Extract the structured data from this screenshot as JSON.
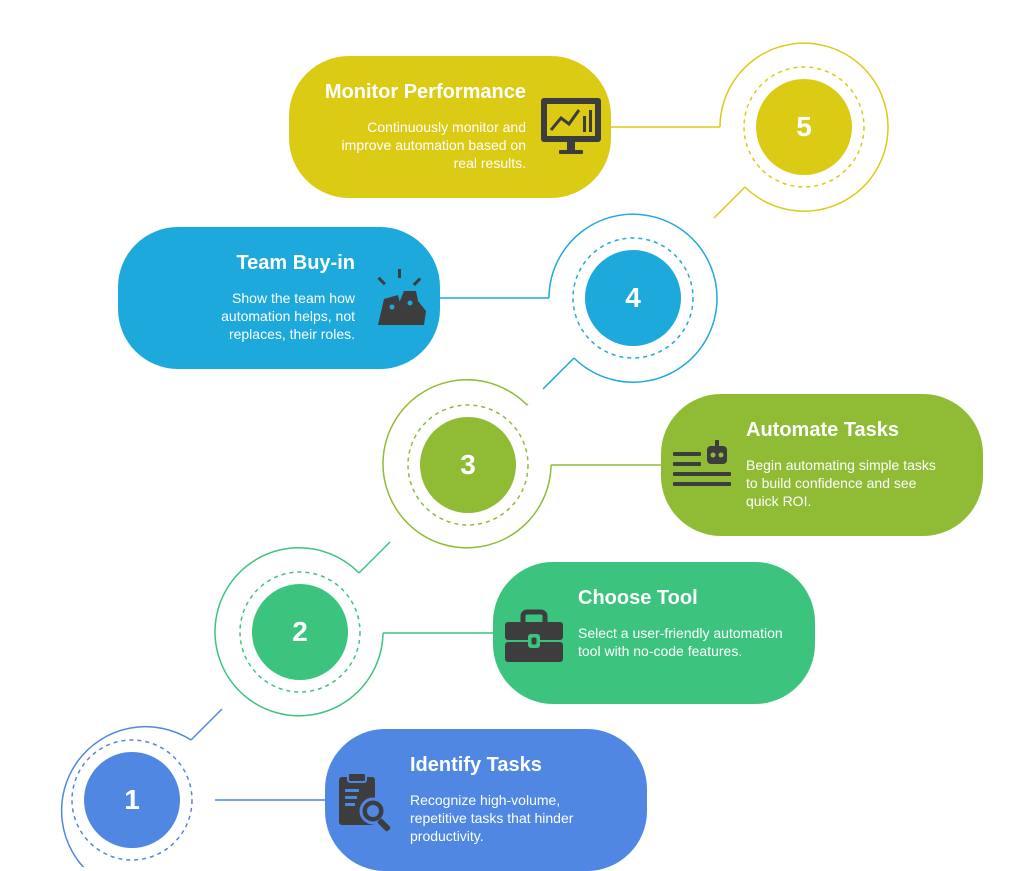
{
  "steps": [
    {
      "number": "1",
      "title": "Identify Tasks",
      "description": "Recognize high-volume, repetitive tasks that hinder productivity.",
      "color": "#4f87e3",
      "icon": "clipboard-search-icon"
    },
    {
      "number": "2",
      "title": "Choose Tool",
      "description": "Select a user-friendly automation tool with no-code features.",
      "color": "#3cc47e",
      "icon": "toolbox-icon"
    },
    {
      "number": "3",
      "title": "Automate Tasks",
      "description": "Begin automating simple tasks to build confidence and see quick ROI.",
      "color": "#8fbb35",
      "icon": "robot-list-icon"
    },
    {
      "number": "4",
      "title": "Team Buy-in",
      "description": "Show the team how automation helps, not replaces, their roles.",
      "color": "#1ea9dc",
      "icon": "celebrate-shoes-icon"
    },
    {
      "number": "5",
      "title": "Monitor Performance",
      "description": "Continuously monitor and improve automation based on real results.",
      "color": "#dccb15",
      "icon": "monitor-chart-icon"
    }
  ]
}
